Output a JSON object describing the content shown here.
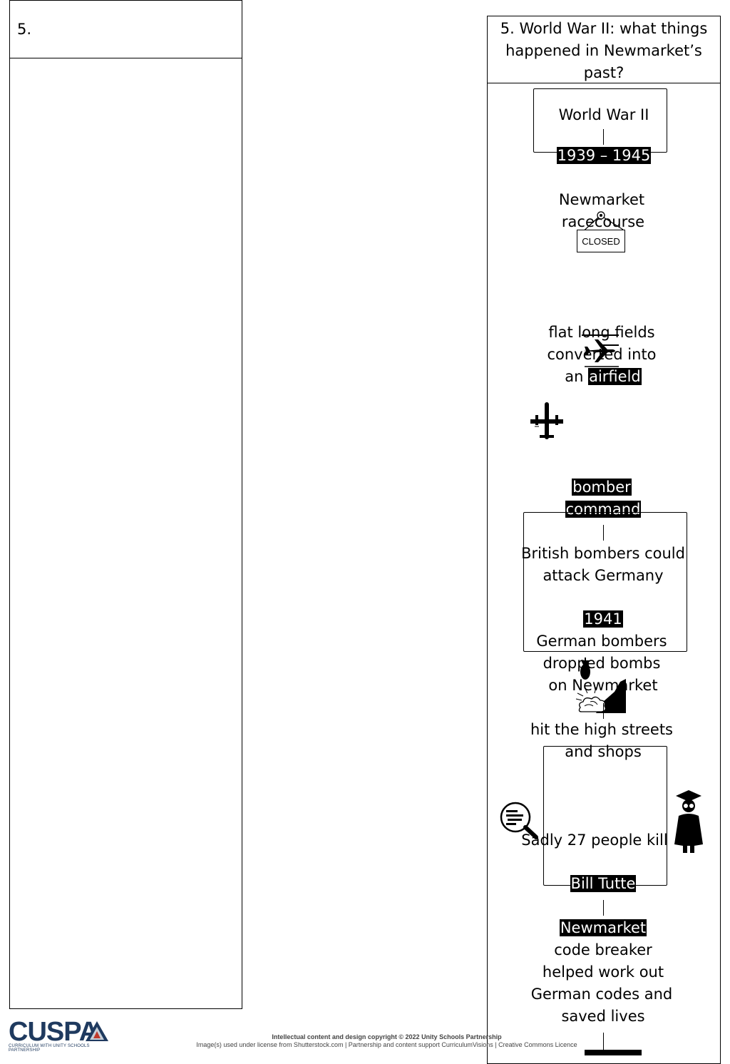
{
  "left_panel": {
    "number": "5."
  },
  "right_panel": {
    "heading": "5. World War II: what things happened in Newmarket’s past?",
    "ww2_title": "World War II",
    "ww2_dates": "1939 – 1945",
    "racecourse_line1": "Newmarket",
    "racecourse_line2": "racecourse",
    "closed_sign": "CLOSED",
    "fields_line1": "flat long fields",
    "fields_line2": "converted into",
    "fields_line3_pre": "an ",
    "fields_line3_hl": "airfield",
    "bomber_line1": "bomber",
    "bomber_line2": "command",
    "british_line1": "British bombers could",
    "british_line2": "attack Germany",
    "year_1941": "1941",
    "german_line1": "German bombers",
    "german_line2": "dropped bombs",
    "german_line3": "on Newmarket",
    "hit_line1": "hit the high streets",
    "hit_line2": "and shops",
    "sadly": "Sadly 27 people kill",
    "tutte": "Bill Tutte",
    "codebreaker_line1": "Newmarket",
    "codebreaker_line2": "code breaker",
    "codebreaker_line3": "helped work out",
    "codebreaker_line4": "German codes and",
    "codebreaker_line5": "saved lives"
  },
  "icons": [
    "aeroplane-icon",
    "bomber-plane-icon",
    "falling-bomb-icon",
    "explosion-icon",
    "magnifier-document-icon",
    "graduate-icon",
    "racecourse-sign-icon"
  ],
  "footer": {
    "logo_text": "CUSPA",
    "logo_sub": "CURRICULUM WITH UNITY SCHOOLS PARTNERSHIP",
    "copyright": "Intellectual content and design copyright © 2022 Unity Schools Partnership",
    "license": "Image(s) used under license from Shutterstock.com  | Partnership and content support CurriculumVisions | Creative Commons Licence"
  }
}
